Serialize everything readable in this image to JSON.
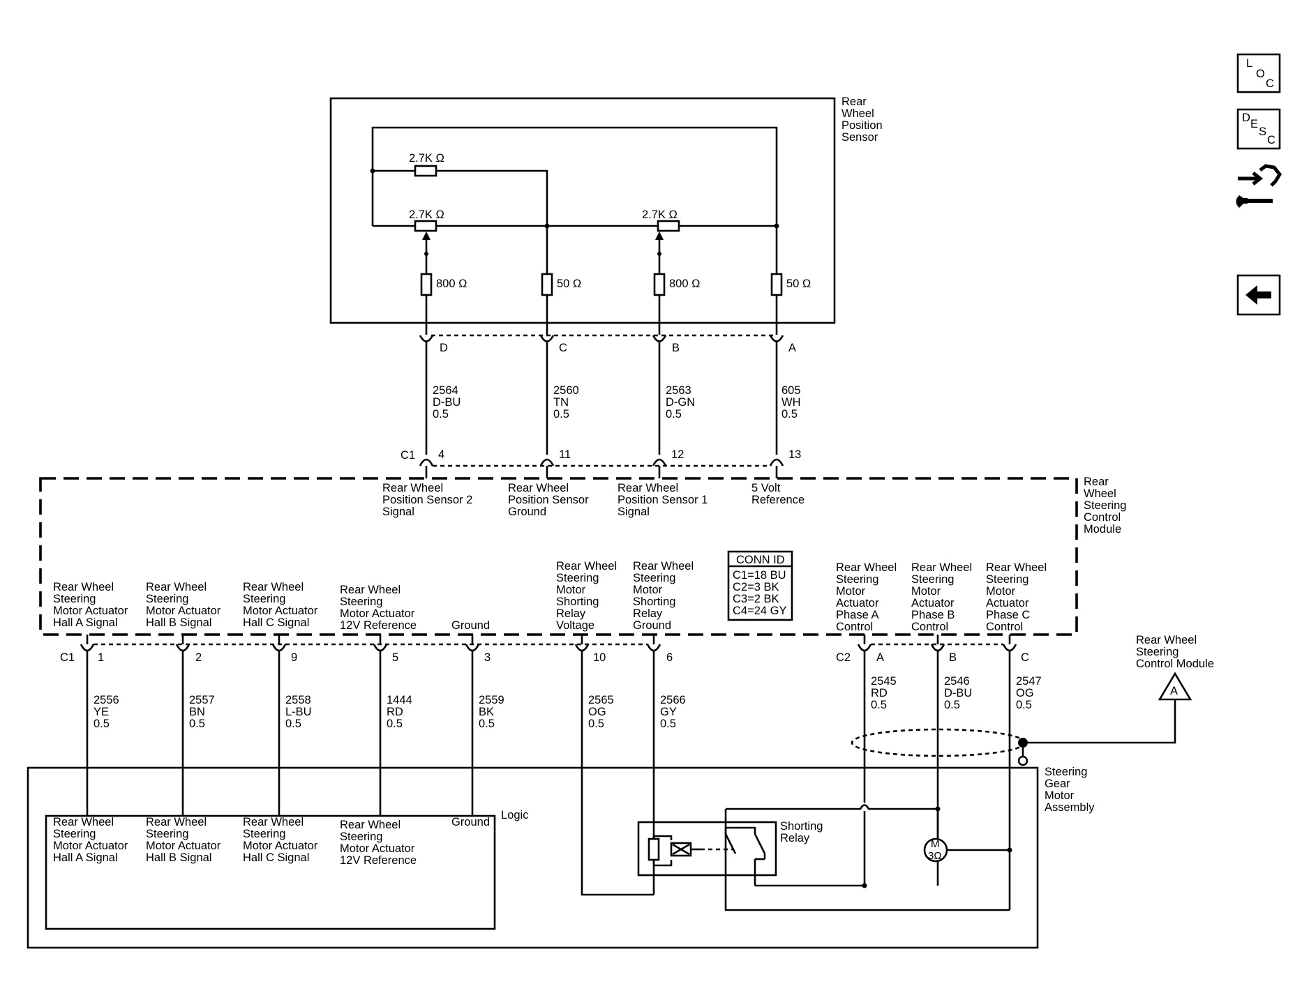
{
  "nav": {
    "loc": {
      "l1": "L",
      "l2": "O",
      "l3": "C"
    },
    "desc": {
      "l1": "D",
      "l2": "E",
      "l3": "S",
      "l4": "C"
    }
  },
  "sensor": {
    "title": [
      "Rear",
      "Wheel",
      "Position",
      "Sensor"
    ],
    "res_top": "2.7K Ω",
    "res_mid_left": "2.7K Ω",
    "res_mid_right": "2.7K Ω",
    "res_d": "800 Ω",
    "res_c": "50 Ω",
    "res_b": "800 Ω",
    "res_a": "50 Ω"
  },
  "sensor_pins": [
    "D",
    "C",
    "B",
    "A"
  ],
  "sensor_wires": [
    {
      "circuit": "2564",
      "color": "D-BU",
      "gauge": "0.5"
    },
    {
      "circuit": "2560",
      "color": "TN",
      "gauge": "0.5"
    },
    {
      "circuit": "2563",
      "color": "D-GN",
      "gauge": "0.5"
    },
    {
      "circuit": "605",
      "color": "WH",
      "gauge": "0.5"
    }
  ],
  "module": {
    "title": [
      "Rear",
      "Wheel",
      "Steering",
      "Control",
      "Module"
    ],
    "top_connector": "C1",
    "top_pins": [
      "4",
      "11",
      "12",
      "13"
    ],
    "top_labels": [
      [
        "Rear Wheel",
        "Position Sensor 2",
        "Signal"
      ],
      [
        "Rear Wheel",
        "Position Sensor",
        "Ground"
      ],
      [
        "Rear Wheel",
        "Position Sensor 1",
        "Signal"
      ],
      [
        "5 Volt",
        "Reference"
      ]
    ],
    "conn_id": {
      "title": "CONN ID",
      "rows": [
        "C1=18 BU",
        "C2=3 BK",
        "C3=2 BK",
        "C4=24 GY"
      ]
    },
    "bottom_labels": [
      [
        "Rear Wheel",
        "Steering",
        "Motor Actuator",
        "Hall A Signal"
      ],
      [
        "Rear Wheel",
        "Steering",
        "Motor Actuator",
        "Hall B Signal"
      ],
      [
        "Rear Wheel",
        "Steering",
        "Motor Actuator",
        "Hall C Signal"
      ],
      [
        "Rear Wheel",
        "Steering",
        "Motor Actuator",
        "12V Reference"
      ],
      [
        "Ground"
      ],
      [
        "Rear Wheel",
        "Steering",
        "Motor",
        "Shorting",
        "Relay",
        "Voltage"
      ],
      [
        "Rear Wheel",
        "Steering",
        "Motor",
        "Shorting",
        "Relay",
        "Ground"
      ],
      [
        "Rear Wheel",
        "Steering",
        "Motor",
        "Actuator",
        "Phase A",
        "Control"
      ],
      [
        "Rear Wheel",
        "Steering",
        "Motor",
        "Actuator",
        "Phase B",
        "Control"
      ],
      [
        "Rear Wheel",
        "Steering",
        "Motor",
        "Actuator",
        "Phase C",
        "Control"
      ]
    ],
    "c1_connector": "C1",
    "c1_pins": [
      "1",
      "2",
      "9",
      "5",
      "3",
      "10",
      "6"
    ],
    "c2_connector": "C2",
    "c2_pins": [
      "A",
      "B",
      "C"
    ]
  },
  "bottom_wires": [
    {
      "circuit": "2556",
      "color": "YE",
      "gauge": "0.5"
    },
    {
      "circuit": "2557",
      "color": "BN",
      "gauge": "0.5"
    },
    {
      "circuit": "2558",
      "color": "L-BU",
      "gauge": "0.5"
    },
    {
      "circuit": "1444",
      "color": "RD",
      "gauge": "0.5"
    },
    {
      "circuit": "2559",
      "color": "BK",
      "gauge": "0.5"
    },
    {
      "circuit": "2565",
      "color": "OG",
      "gauge": "0.5"
    },
    {
      "circuit": "2566",
      "color": "GY",
      "gauge": "0.5"
    },
    {
      "circuit": "2545",
      "color": "RD",
      "gauge": "0.5"
    },
    {
      "circuit": "2546",
      "color": "D-BU",
      "gauge": "0.5"
    },
    {
      "circuit": "2547",
      "color": "OG",
      "gauge": "0.5"
    }
  ],
  "ground_ref": {
    "title": [
      "Rear Wheel",
      "Steering",
      "Control Module"
    ],
    "letter": "A"
  },
  "motor_assembly": {
    "title": [
      "Steering",
      "Gear",
      "Motor",
      "Assembly"
    ],
    "logic_label": "Logic",
    "logic_labels": [
      [
        "Rear Wheel",
        "Steering",
        "Motor Actuator",
        "Hall A Signal"
      ],
      [
        "Rear Wheel",
        "Steering",
        "Motor Actuator",
        "Hall B Signal"
      ],
      [
        "Rear Wheel",
        "Steering",
        "Motor Actuator",
        "Hall C Signal"
      ],
      [
        "Rear Wheel",
        "Steering",
        "Motor Actuator",
        "12V Reference"
      ],
      [
        "Ground"
      ]
    ],
    "relay_label": [
      "Shorting",
      "Relay"
    ],
    "motor_letter": "M",
    "motor_res": "3Ω"
  }
}
